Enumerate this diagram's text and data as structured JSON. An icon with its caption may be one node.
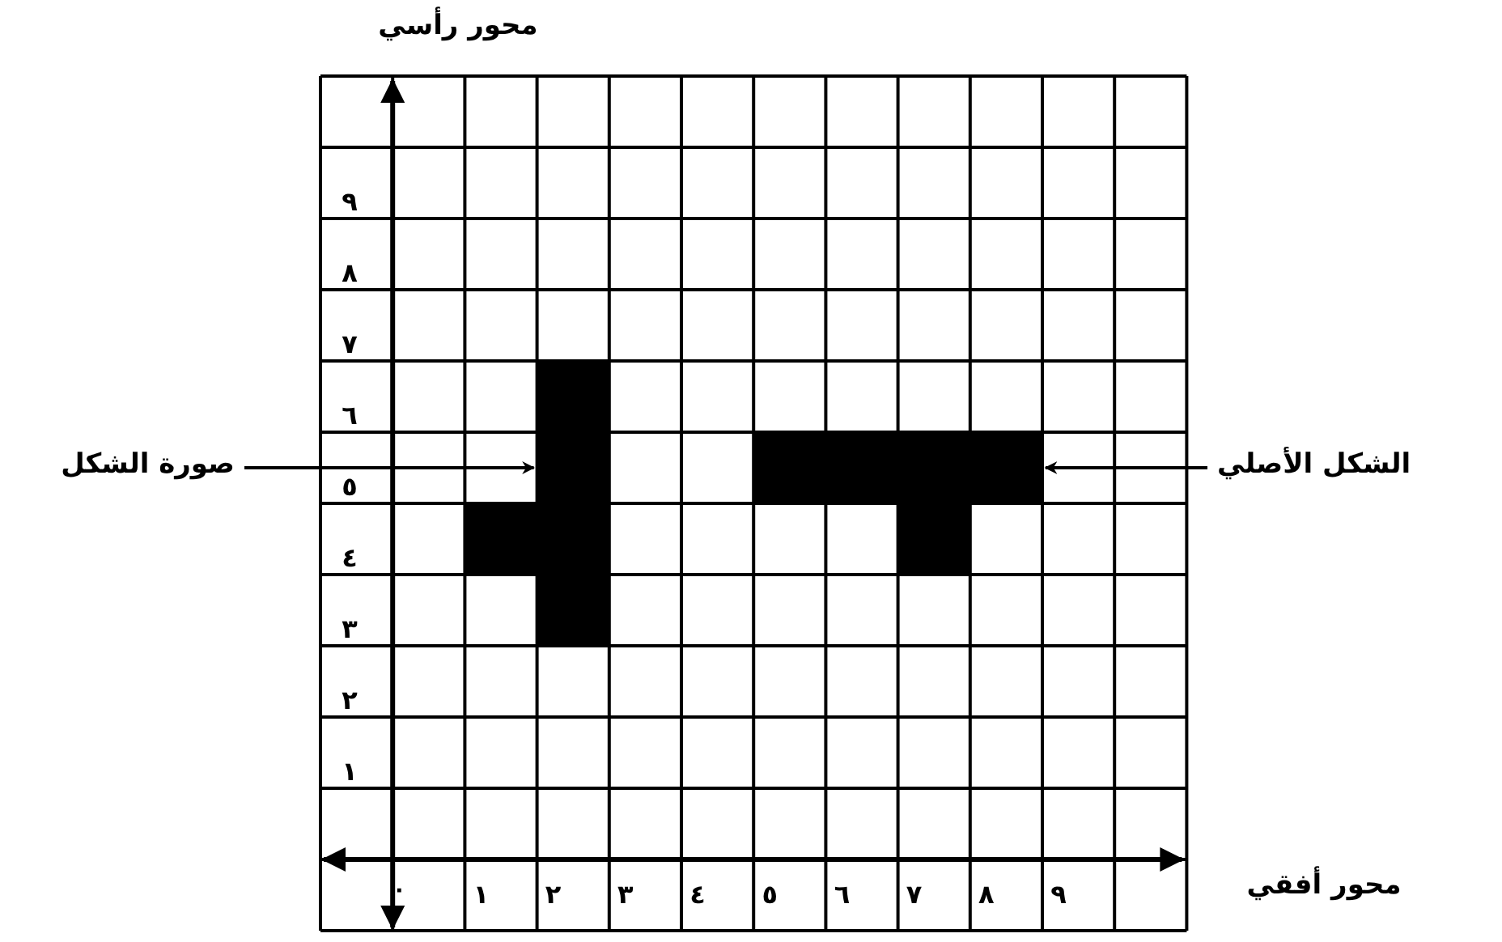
{
  "diagram": {
    "nodes": [
      {
        "text": [
          "صورة الشكل"
        ]
      },
      {
        "text": [],
        "shape": "polygon"
      },
      {
        "text": [
          "الشكل الأصلي"
        ]
      },
      {
        "text": [],
        "shape": "polygon"
      }
    ],
    "edges": [
      {
        "from": 0,
        "to": 1,
        "arrow": "to"
      },
      {
        "from": 2,
        "to": 3,
        "arrow": "to"
      }
    ],
    "labels": [
      "محور رأسي",
      "٩",
      "٨",
      "٧",
      "٦",
      "٥",
      "٤",
      "٣",
      "٢",
      "١",
      "محور أفقي",
      "٠",
      "١",
      "٢",
      "٣",
      "٤",
      "٥",
      "٦",
      "٧",
      "٨",
      "٩"
    ]
  }
}
